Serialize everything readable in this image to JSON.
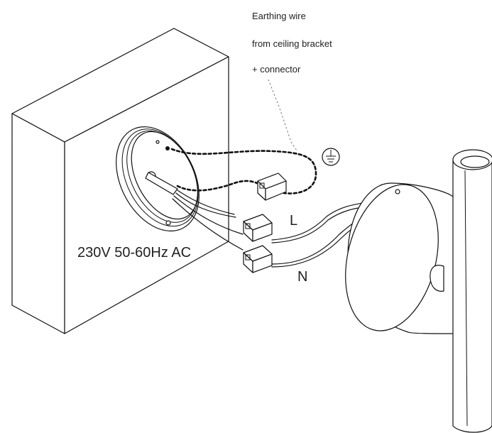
{
  "annotation": {
    "lines": [
      "Earthing wire",
      "from ceiling bracket",
      "+ connector"
    ]
  },
  "labels": {
    "voltage": "230V 50-60Hz AC",
    "live": "L",
    "neutral": "N"
  },
  "icons": {
    "earth": "earth-ground-symbol"
  },
  "colors": {
    "stroke": "#111111",
    "text": "#222222",
    "leader": "#777777",
    "background": "#ffffff"
  }
}
